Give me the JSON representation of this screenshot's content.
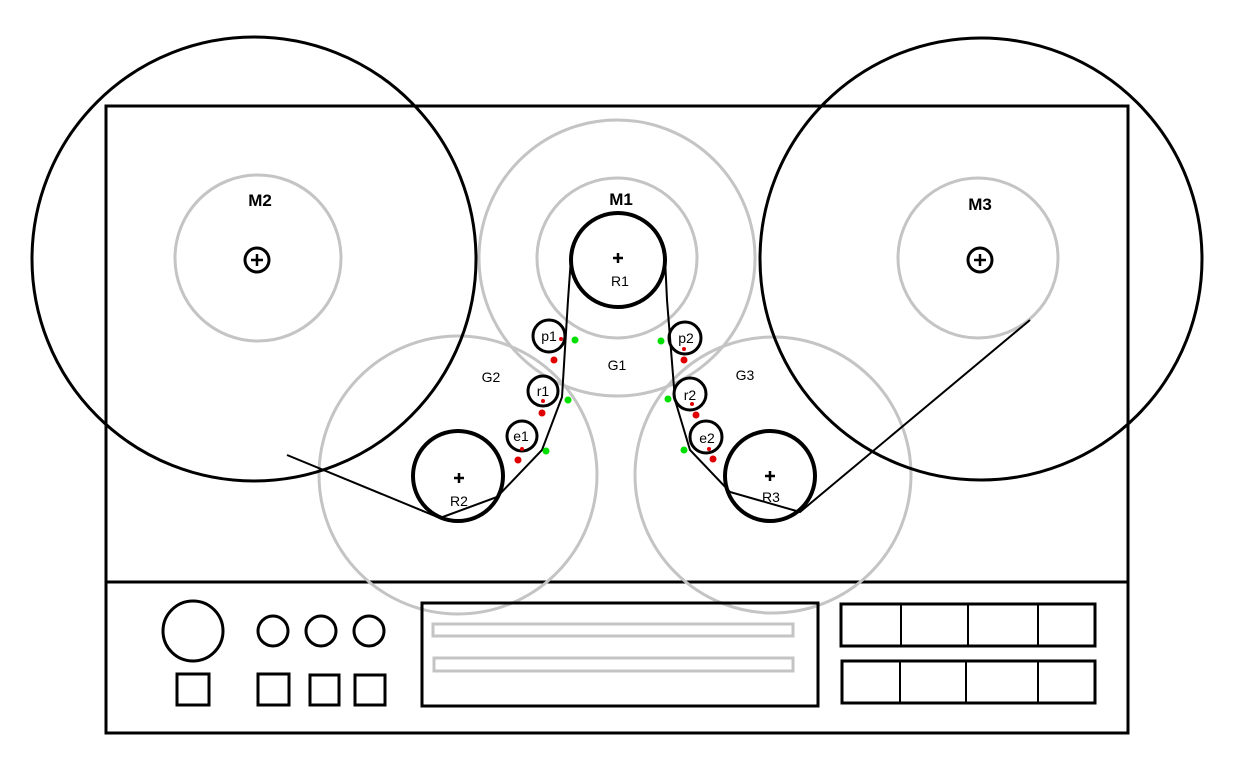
{
  "motors": {
    "m1": "M1",
    "m2": "M2",
    "m3": "M3"
  },
  "reels": {
    "r1": "R1",
    "r2": "R2",
    "r3": "R3"
  },
  "gears": {
    "g1": "G1",
    "g2": "G2",
    "g3": "G3"
  },
  "rollers": {
    "p1": "p1",
    "p2": "p2",
    "r1": "r1",
    "r2": "r2",
    "e1": "e1",
    "e2": "e2"
  },
  "colors": {
    "outline": "#000000",
    "gear": "#c4c4c4",
    "contact_green": "#00e000",
    "contact_red": "#e00000"
  }
}
